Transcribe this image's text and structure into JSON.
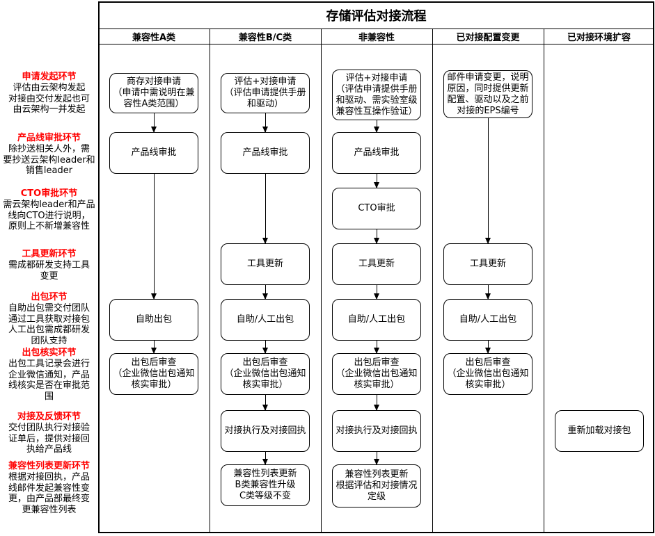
{
  "title": "存储评估对接流程",
  "steps": [
    {
      "title": "申请发起环节",
      "desc": "评估由云架构发起\n对接由交付发起也可\n由云架构一并发起"
    },
    {
      "title": "产品线审批环节",
      "desc": "除抄送相关人外，需\n要抄送云架构leader和\n销售leader"
    },
    {
      "title": "CTO审批环节",
      "desc": "需云架构leader和产品\n线向CTO进行说明，\n原则上不新增兼容性"
    },
    {
      "title": "工具更新环节",
      "desc": "需成都研发支持工具\n变更"
    },
    {
      "title": "出包环节",
      "desc": "自助出包需交付团队\n通过工具获取对接包\n人工出包需成都研发\n团队支持"
    },
    {
      "title": "出包核实环节",
      "desc": "出包工具记录会进行\n企业微信通知，产品\n线核实是否在审批范\n围"
    },
    {
      "title": "对接及反馈环节",
      "desc": "交付团队执行对接验\n证单后，提供对接回\n执给产品线"
    },
    {
      "title": "兼容性列表更新环节",
      "desc": "根据对接回执，产品\n线邮件发起兼容性变\n更，由产品部最终变\n更兼容性列表"
    }
  ],
  "columns": [
    {
      "header": "兼容性A类",
      "nodes": [
        {
          "label": "商存对接申请\n（申请中需说明在兼\n容性A类范围）"
        },
        {
          "label": "产品线审批"
        },
        {
          "label": "自助出包"
        },
        {
          "label": "出包后审查\n（企业微信出包通知\n核实审批）"
        }
      ]
    },
    {
      "header": "兼容性B/C类",
      "nodes": [
        {
          "label": "评估+对接申请\n（评估申请提供手册\n和驱动）"
        },
        {
          "label": "产品线审批"
        },
        {
          "label": "工具更新"
        },
        {
          "label": "自助/人工出包"
        },
        {
          "label": "出包后审查\n（企业微信出包通知\n核实审批）"
        },
        {
          "label": "对接执行及对接回执"
        },
        {
          "label": "兼容性列表更新\nB类兼容性升级\nC类等级不变"
        }
      ]
    },
    {
      "header": "非兼容性",
      "nodes": [
        {
          "label": "评估+对接申请\n（评估申请提供手册\n和驱动、需实验室级\n兼容性互操作验证）"
        },
        {
          "label": "产品线审批"
        },
        {
          "label": "CTO审批"
        },
        {
          "label": "工具更新"
        },
        {
          "label": "自助/人工出包"
        },
        {
          "label": "出包后审查\n（企业微信出包通知\n核实审批）"
        },
        {
          "label": "对接执行及对接回执"
        },
        {
          "label": "兼容性列表更新\n根据评估和对接情况\n定级"
        }
      ]
    },
    {
      "header": "已对接配置变更",
      "nodes": [
        {
          "label": "邮件申请变更，说明\n原因，同时提供更新\n配置、驱动以及之前\n对接的EPS编号"
        },
        {
          "label": "工具更新"
        },
        {
          "label": "自助/人工出包"
        },
        {
          "label": "出包后审查\n（企业微信出包通知\n核实审批）"
        }
      ]
    },
    {
      "header": "已对接环境扩容",
      "nodes": [
        {
          "label": "重新加载对接包"
        }
      ]
    }
  ],
  "colors": {
    "accent_red": "#ff0000",
    "line": "#000000",
    "background": "#ffffff"
  }
}
